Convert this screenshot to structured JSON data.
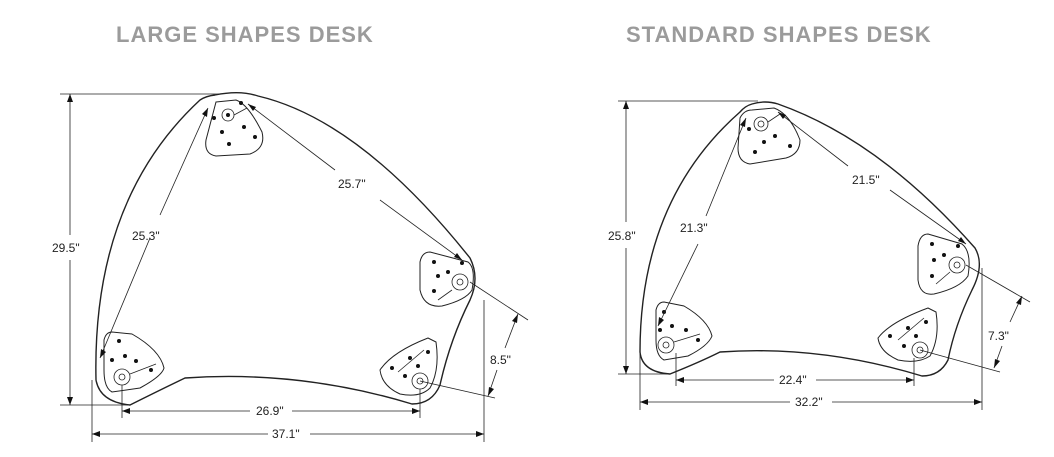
{
  "titles": {
    "large": "LARGE SHAPES DESK",
    "standard": "STANDARD SHAPES DESK"
  },
  "large": {
    "height": "29.5\"",
    "diag_left": "25.3\"",
    "diag_top": "25.7\"",
    "right_offset": "8.5\"",
    "inner_width": "26.9\"",
    "overall_width": "37.1\""
  },
  "standard": {
    "height": "25.8\"",
    "diag_left": "21.3\"",
    "diag_top": "21.5\"",
    "right_offset": "7.3\"",
    "inner_width": "22.4\"",
    "overall_width": "32.2\""
  },
  "colors": {
    "title": "#9b9b9b",
    "line": "#222222"
  }
}
